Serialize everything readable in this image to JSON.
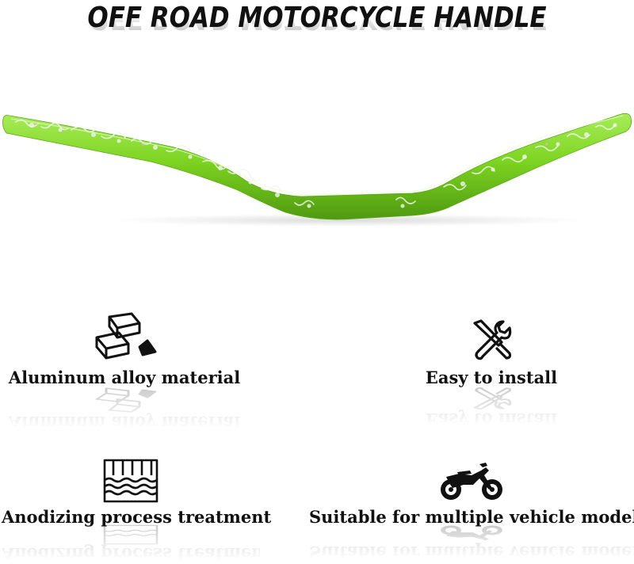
{
  "title": "OFF ROAD MOTORCYCLE HANDLE",
  "product": {
    "color": "#7dd421",
    "pattern_color": "#f2f6ee"
  },
  "features": [
    {
      "label": "Aluminum alloy material",
      "icon": "aluminum-ingot-icon"
    },
    {
      "label": "Easy to install",
      "icon": "tools-icon"
    },
    {
      "label": "Anodizing process treatment",
      "icon": "anodizing-tank-icon"
    },
    {
      "label": "Suitable for multiple vehicle models",
      "icon": "dirt-bike-icon"
    }
  ]
}
